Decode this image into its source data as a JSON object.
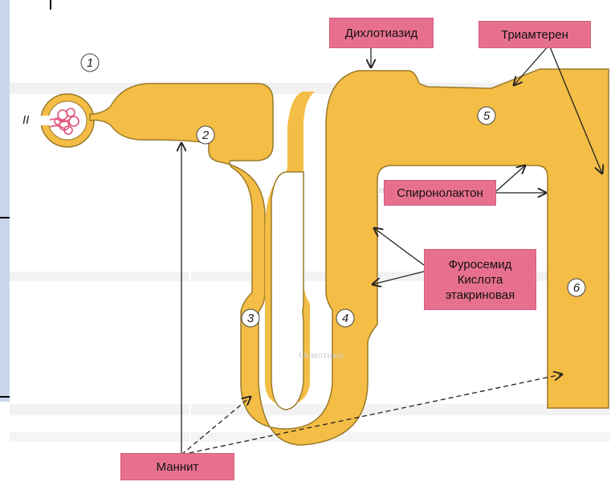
{
  "drugs": {
    "dichlothiazide": "Дихлотиазид",
    "triamterene": "Триамтерен",
    "spironolactone": "Спиронолактон",
    "furosemide": "Фуросемид\nКислота\nэтакриновая",
    "mannitol": "Маннит"
  },
  "segments": {
    "s1": "1",
    "s2": "2",
    "s3": "3",
    "s4": "4",
    "s5": "5",
    "s6": "6",
    "glomerulus": "II"
  },
  "colors": {
    "tubule": "#f4bd45",
    "tubule_edge": "#9a7a2a",
    "label": "#e8708f",
    "glomerulus": "#e0507a"
  }
}
